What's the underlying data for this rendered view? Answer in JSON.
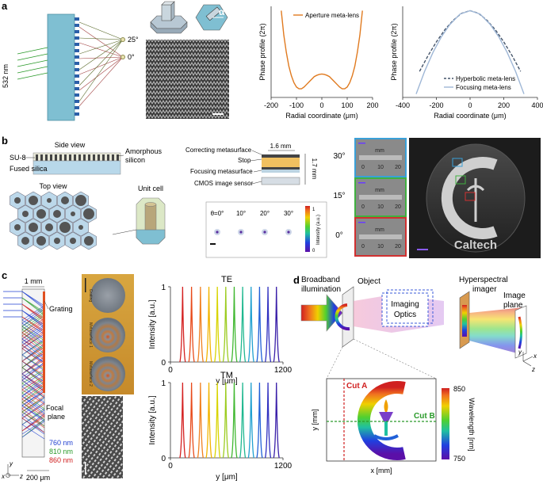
{
  "panels": {
    "a": {
      "letter": "a",
      "laser_label": "532 nm",
      "angle_25": "25°",
      "angle_0": "0°",
      "alpha": "α"
    },
    "b": {
      "letter": "b",
      "side_view": "Side view",
      "su8": "SU-8",
      "amorphous_1": "Amorphous",
      "amorphous_2": "silicon",
      "fused_silica": "Fused silica",
      "top_view": "Top view",
      "unit_cell": "Unit cell",
      "correcting": "Correcting metasurface",
      "stop": "Stop",
      "focusing": "Focusing metasurface",
      "cmos": "CMOS image sensor",
      "dim_width": "1.6 mm",
      "dim_height": "1.7 mm",
      "theta_labels": [
        "θ=0°",
        "10°",
        "20°",
        "30°"
      ],
      "colorbar_label": "Intensity (a.u.)",
      "colorbar_max": "1",
      "colorbar_min": "0",
      "angle_labels": [
        "30°",
        "15°",
        "0°"
      ],
      "ruler_unit": "mm",
      "ruler_ticks": [
        "0",
        "10",
        "20"
      ],
      "caltech": "Caltech"
    },
    "c": {
      "letter": "c",
      "dim_1mm": "1 mm",
      "grating": "Grating",
      "focal_1": "Focal",
      "focal_2": "plane",
      "wl_blue": "760 nm",
      "wl_green": "810 nm",
      "wl_red": "860 nm",
      "dim_200um": "200 μm",
      "photo_labels": [
        "Grating",
        "Metasurface 1",
        "Metasurface 2"
      ],
      "axis_x": "x",
      "axis_y": "y",
      "axis_z": "z"
    },
    "d": {
      "letter": "d",
      "object": "Object",
      "broadband_1": "Broadband",
      "broadband_2": "illumination",
      "imaging_1": "Imaging",
      "imaging_2": "Optics",
      "hyper_1": "Hyperspectral",
      "hyper_2": "imager",
      "image_1": "Image",
      "image_2": "plane",
      "cut_a": "Cut A",
      "cut_b": "Cut B",
      "xlabel": "x [mm]",
      "ylabel": "y [mm]",
      "cbar_label": "Wavelength [nm]",
      "cbar_max": "850",
      "cbar_min": "750",
      "axis_x": "x",
      "axis_y": "y",
      "axis_z": "z"
    }
  },
  "chart_data": [
    {
      "type": "line",
      "xlabel": "Radial coordinate (μm)",
      "ylabel": "Phase profile (2π)",
      "xlim": [
        -200,
        200
      ],
      "xticks": [
        -200,
        -100,
        0,
        100,
        200
      ],
      "series": [
        {
          "name": "Aperture meta-lens",
          "color": "#e07a1f",
          "x": [
            -160,
            -150,
            -140,
            -130,
            -120,
            -110,
            -100,
            -90,
            -80,
            -70,
            -60,
            -50,
            -40,
            -30,
            -20,
            -10,
            0,
            10,
            20,
            30,
            40,
            50,
            60,
            70,
            80,
            90,
            100,
            110,
            120,
            130,
            140,
            150,
            160
          ],
          "y": [
            1.0,
            0.72,
            0.52,
            0.36,
            0.25,
            0.17,
            0.12,
            0.1,
            0.1,
            0.12,
            0.15,
            0.18,
            0.21,
            0.24,
            0.255,
            0.265,
            0.27,
            0.265,
            0.255,
            0.24,
            0.21,
            0.18,
            0.15,
            0.12,
            0.1,
            0.1,
            0.12,
            0.17,
            0.25,
            0.36,
            0.52,
            0.72,
            1.0
          ]
        }
      ]
    },
    {
      "type": "line",
      "xlabel": "Radial coordinate (μm)",
      "ylabel": "Phase profile (2π)",
      "xlim": [
        -400,
        400
      ],
      "xticks": [
        -400,
        -200,
        0,
        200,
        400
      ],
      "series": [
        {
          "name": "Hyperbolic meta-lens",
          "color": "#44546a",
          "dash": true,
          "x": [
            -300,
            -250,
            -200,
            -150,
            -100,
            -50,
            0,
            50,
            100,
            150,
            200,
            250,
            300
          ],
          "y": [
            0.3,
            0.48,
            0.64,
            0.78,
            0.89,
            0.97,
            1.0,
            0.97,
            0.89,
            0.78,
            0.64,
            0.48,
            0.3
          ]
        },
        {
          "name": "Focusing meta-lens",
          "color": "#9fb7d6",
          "dash": false,
          "x": [
            -320,
            -270,
            -220,
            -170,
            -120,
            -60,
            0,
            60,
            120,
            170,
            220,
            270,
            320
          ],
          "y": [
            0.04,
            0.3,
            0.52,
            0.7,
            0.84,
            0.96,
            1.0,
            0.96,
            0.84,
            0.7,
            0.52,
            0.3,
            0.04
          ]
        }
      ]
    },
    {
      "type": "line",
      "title": "TE",
      "xlabel": "y [μm]",
      "ylabel": "Intensity [a.u.]",
      "xlim": [
        0,
        1200
      ],
      "ylim": [
        0,
        1
      ],
      "xticks": [
        0,
        1200
      ],
      "yticks": [
        0,
        1
      ],
      "peaks": [
        130,
        225,
        320,
        410,
        500,
        590,
        680,
        770,
        860,
        950,
        1040,
        1130
      ],
      "colors": [
        "#d42020",
        "#e84a1a",
        "#f08020",
        "#f2b400",
        "#d8d400",
        "#9ccc20",
        "#40b830",
        "#20b890",
        "#20a0d0",
        "#2060d8",
        "#3030c0",
        "#3a1fa8"
      ]
    },
    {
      "type": "line",
      "title": "TM",
      "xlabel": "y [μm]",
      "ylabel": "Intensity [a.u.]",
      "xlim": [
        0,
        1200
      ],
      "ylim": [
        0,
        1
      ],
      "xticks": [
        0,
        1200
      ],
      "yticks": [
        0,
        1
      ],
      "peaks": [
        130,
        225,
        320,
        410,
        500,
        590,
        680,
        770,
        860,
        950,
        1040,
        1130
      ],
      "colors": [
        "#d42020",
        "#e84a1a",
        "#f08020",
        "#f2b400",
        "#d8d400",
        "#9ccc20",
        "#40b830",
        "#20b890",
        "#20a0d0",
        "#2060d8",
        "#3030c0",
        "#3a1fa8"
      ]
    }
  ]
}
